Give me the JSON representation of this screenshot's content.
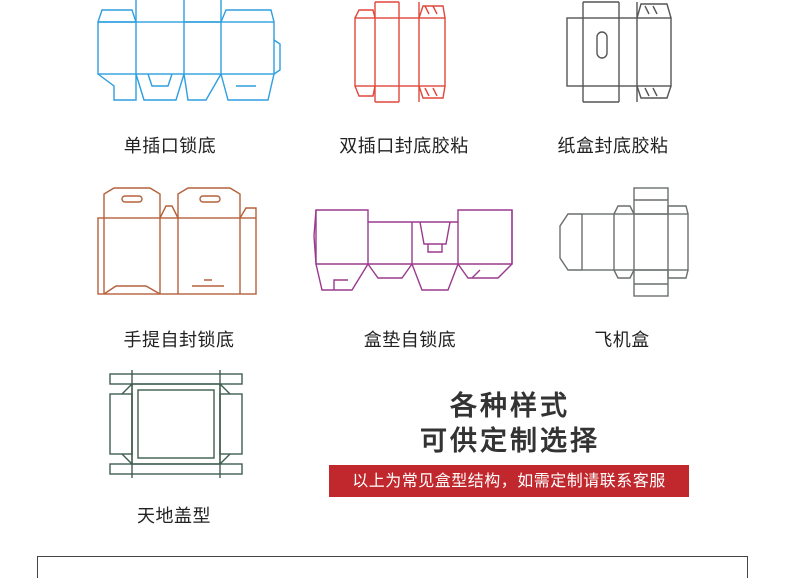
{
  "items": [
    {
      "label": "单插口锁底",
      "color": "#2e9fe0"
    },
    {
      "label": "双插口封底胶粘",
      "color": "#e0473b"
    },
    {
      "label": "纸盒封底胶粘",
      "color": "#555555"
    },
    {
      "label": "手提自封锁底",
      "color": "#b5603a"
    },
    {
      "label": "盒垫自锁底",
      "color": "#9a3a8e"
    },
    {
      "label": "飞机盒",
      "color": "#6a6f6e"
    },
    {
      "label": "天地盖型",
      "color": "#3f5d4f"
    }
  ],
  "headline": {
    "line1": "各种样式",
    "line2": "可供定制选择"
  },
  "banner": {
    "text": "以上为常见盒型结构，如需定制请联系客服",
    "color": "#c0282d"
  }
}
